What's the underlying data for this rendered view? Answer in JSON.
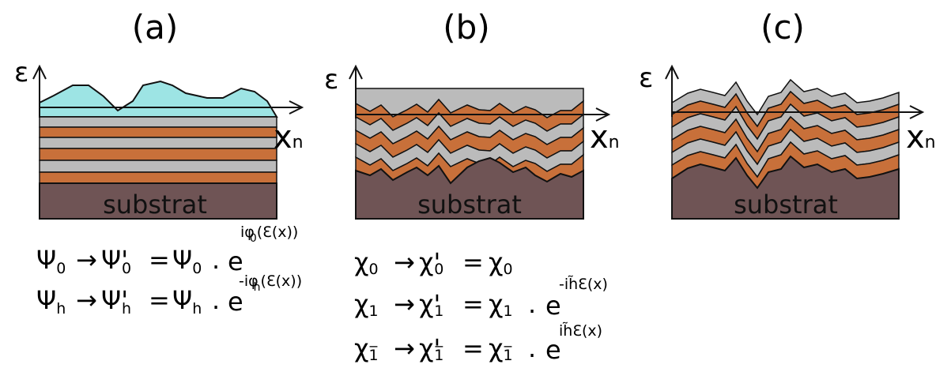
{
  "panels": [
    {
      "label": "(a)",
      "y_axis": "ε",
      "x_axis_main": "x",
      "x_axis_sub": "n",
      "substrate": "substrat"
    },
    {
      "label": "(b)",
      "y_axis": "ε",
      "x_axis_main": "x",
      "x_axis_sub": "n",
      "substrate": "substrat"
    },
    {
      "label": "(c)",
      "y_axis": "ε",
      "x_axis_main": "x",
      "x_axis_sub": "n",
      "substrate": "substrat"
    }
  ],
  "equations_a": [
    {
      "lhs": "Ψ",
      "lhs_sub": "0",
      "arrow": "→",
      "mid": "Ψ'",
      "mid_sub": "0",
      "eq": "=",
      "rhs": "Ψ",
      "rhs_sub": "0",
      "dot": ".",
      "exp_base": "e",
      "exp": "iφ",
      "exp_sub": "0",
      "exp_tail": "(Ɛ(x))"
    },
    {
      "lhs": "Ψ",
      "lhs_sub": "h",
      "arrow": "→",
      "mid": "Ψ'",
      "mid_sub": "h",
      "eq": "=",
      "rhs": "Ψ",
      "rhs_sub": "h",
      "dot": ".",
      "exp_base": "e",
      "exp": "-iφ",
      "exp_sub": "h",
      "exp_tail": "(Ɛ(x))"
    }
  ],
  "equations_b": [
    {
      "lhs": "χ",
      "lhs_sub": "0",
      "arrow": "→",
      "mid": "χ'",
      "mid_sub": "0",
      "eq": "=",
      "rhs": "χ",
      "rhs_sub": "0"
    },
    {
      "lhs": "χ",
      "lhs_sub": "1",
      "arrow": "→",
      "mid": "χ'",
      "mid_sub": "1",
      "eq": "=",
      "rhs": "χ",
      "rhs_sub": "1",
      "dot": ".",
      "exp_base": "e",
      "exp": "-ih̃Ɛ(x)"
    },
    {
      "lhs": "χ",
      "lhs_sub": "1̅",
      "arrow": "→",
      "mid": "χ'",
      "mid_sub": "1̅",
      "eq": "=",
      "rhs": "χ",
      "rhs_sub": "1̅",
      "dot": ".",
      "exp_base": "e",
      "exp": "ih̃Ɛ(x)"
    }
  ],
  "colors": {
    "film": "#9de4e4",
    "gray_layer": "#bbbbbb",
    "orange_layer": "#c8703a",
    "substrate": "#6f5455",
    "outline": "#111111"
  }
}
